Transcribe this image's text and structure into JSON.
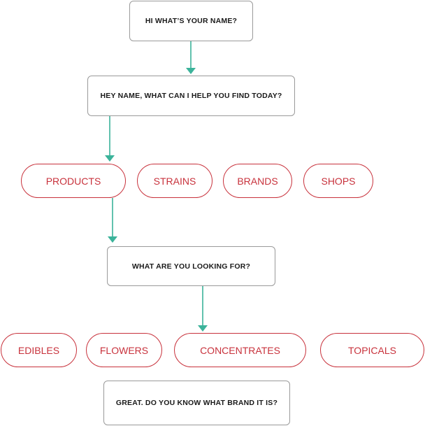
{
  "colors": {
    "question_border": "#9a9a9a",
    "option_red": "#c8323c",
    "arrow_teal": "#3bb39a"
  },
  "questions": {
    "name": "HI WHAT’S YOUR NAME?",
    "help": "HEY NAME, WHAT CAN I HELP YOU FIND TODAY?",
    "looking": "WHAT ARE YOU LOOKING FOR?",
    "brand": "GREAT. DO YOU KNOW WHAT BRAND IT IS?"
  },
  "categories": {
    "products": "PRODUCTS",
    "strains": "STRAINS",
    "brands": "BRANDS",
    "shops": "SHOPS"
  },
  "product_types": {
    "edibles": "EDIBLES",
    "flowers": "FLOWERS",
    "concentrates": "CONCENTRATES",
    "topicals": "TOPICALS"
  }
}
